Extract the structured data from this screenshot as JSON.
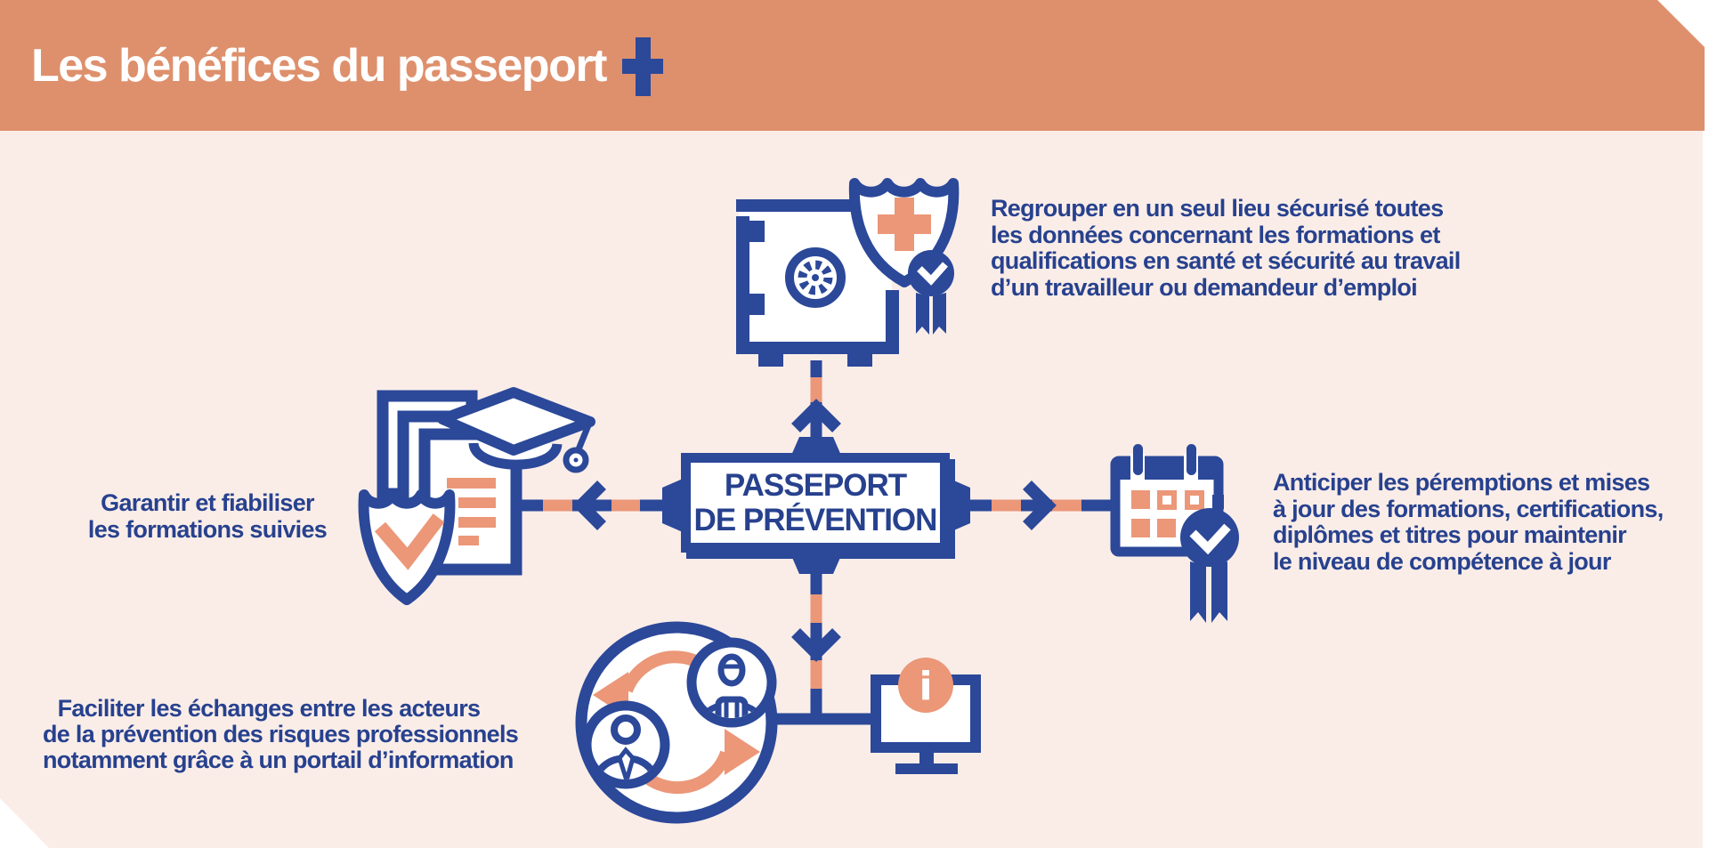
{
  "header": {
    "title": "Les bénéfices du passeport"
  },
  "center_node": {
    "line1": "PASSEPORT",
    "line2": "DE PRÉVENTION"
  },
  "benefits": {
    "top": {
      "icon": "vault-health-shield-medal-icon",
      "text": "Regrouper en un seul lieu sécurisé toutes\nles données concernant les formations et\nqualifications en santé et sécurité au travail\nd’un travailleur ou demandeur d’emploi"
    },
    "left": {
      "icon": "documents-graduation-shield-icon",
      "text": "Garantir et fiabiliser\nles formations suivies"
    },
    "right": {
      "icon": "calendar-medal-icon",
      "text": "Anticiper les péremptions et mises\nà jour des formations, certifications,\ndiplômes et titres pour maintenir\nle niveau de compétence à jour"
    },
    "bottom": {
      "icon": "people-exchange-monitor-icon",
      "text": "Faciliter les échanges entre les acteurs\nde la prévention des risques professionnels\nnotamment grâce à un portail d’information"
    }
  },
  "icons": {
    "info_glyph": "i"
  },
  "colors": {
    "header_bg": "#DE906C",
    "accent_orange": "#EB9778",
    "primary_blue": "#2B4899",
    "text_blue": "#27418E",
    "canvas_bg": "#FAEDE8"
  }
}
